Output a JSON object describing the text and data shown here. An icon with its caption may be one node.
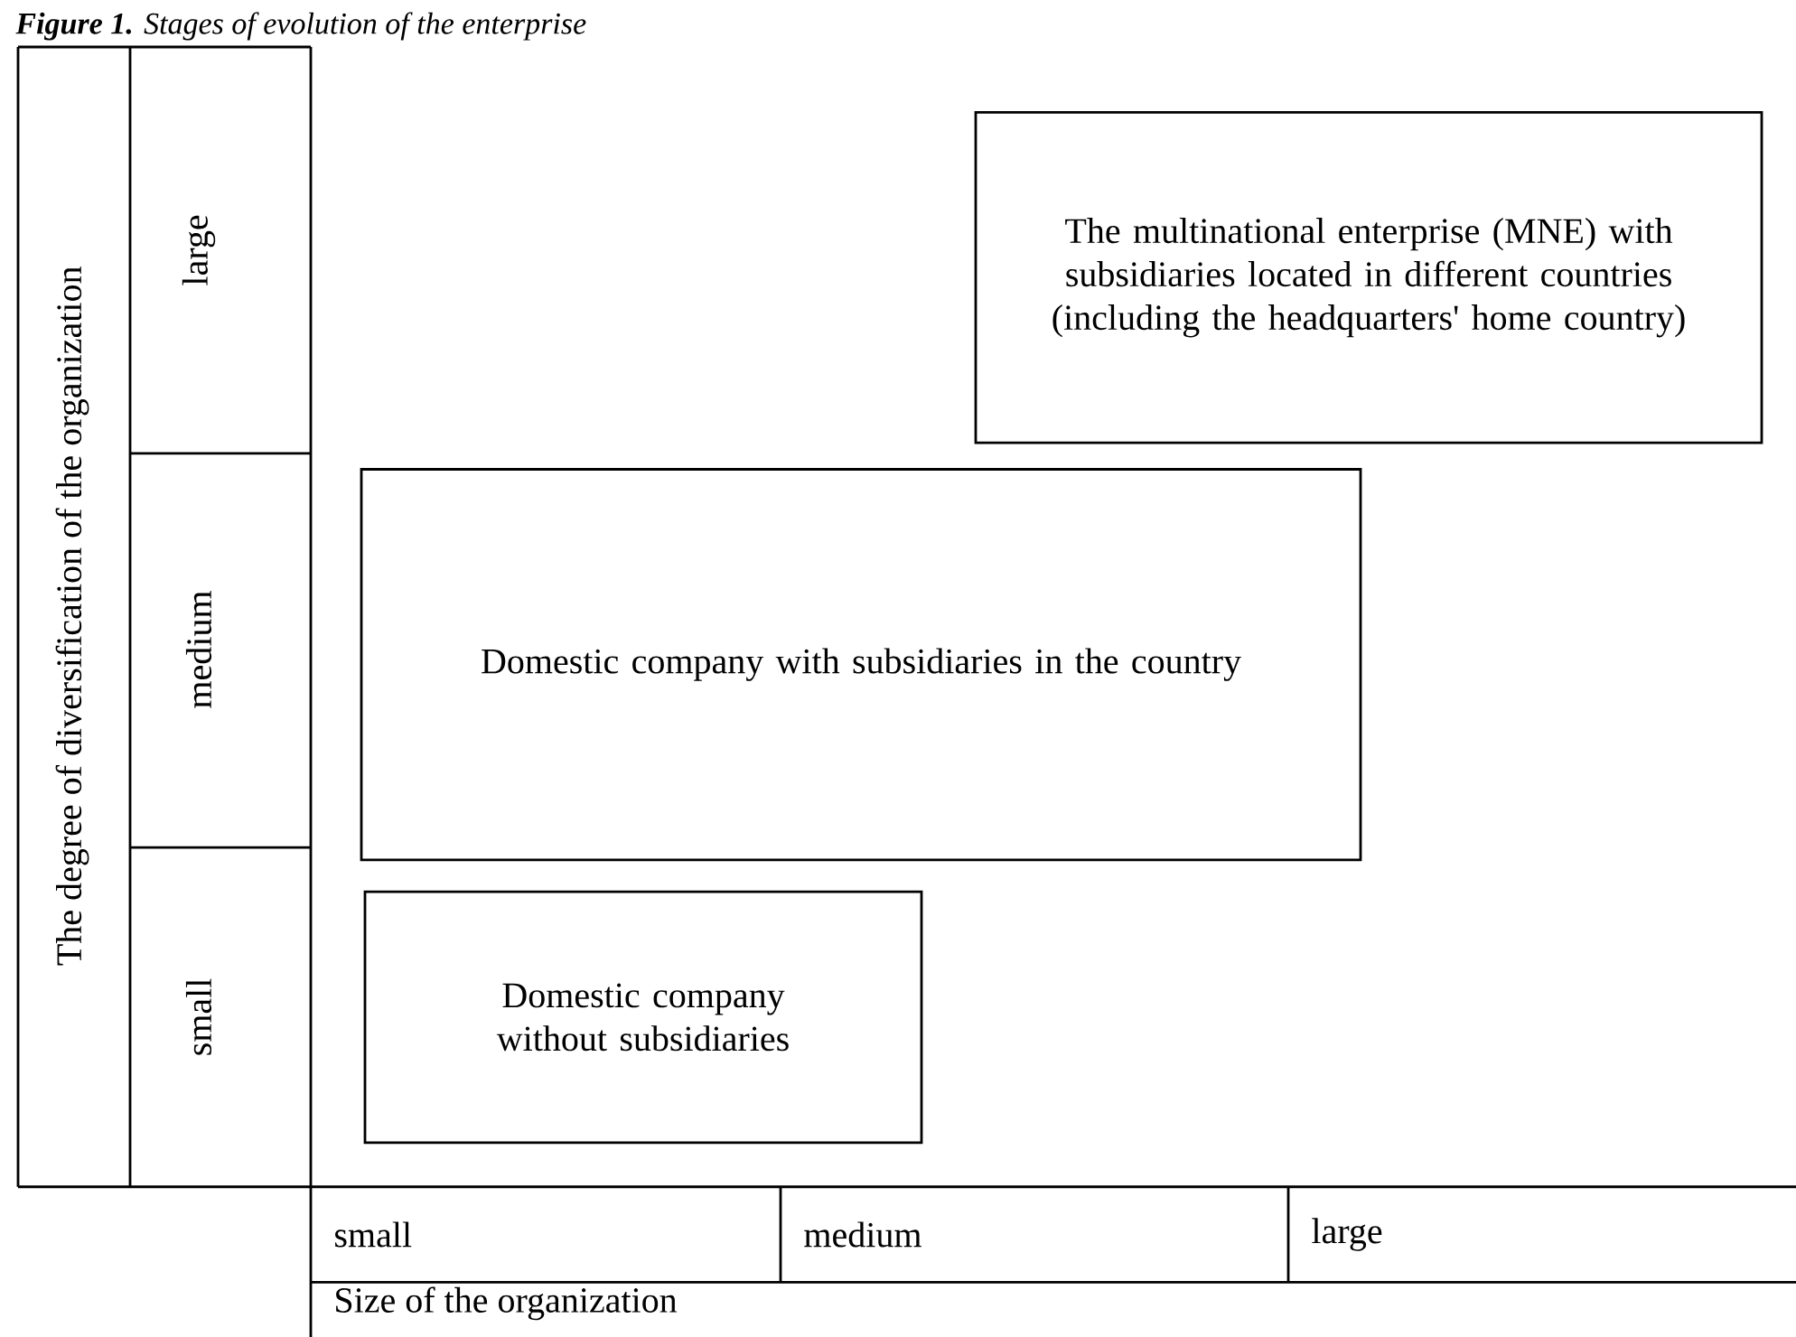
{
  "diagram": {
    "title": "**Figure 1.** Stages of evolution of the enterprise",
    "nodes": [
      {
        "text": [
          "The multinational enterprise (MNE) with subsidiaries located in different countries (including the headquarters' home country)"
        ]
      },
      {
        "text": [
          "Domestic company with subsidiaries in the country"
        ]
      },
      {
        "text": [
          "Domestic company without subsidiaries"
        ]
      }
    ],
    "edges": [],
    "labels": [
      "The degree of diversification of the organization",
      "large",
      "medium",
      "small",
      "small",
      "medium",
      "large",
      "Size of the organization"
    ]
  }
}
